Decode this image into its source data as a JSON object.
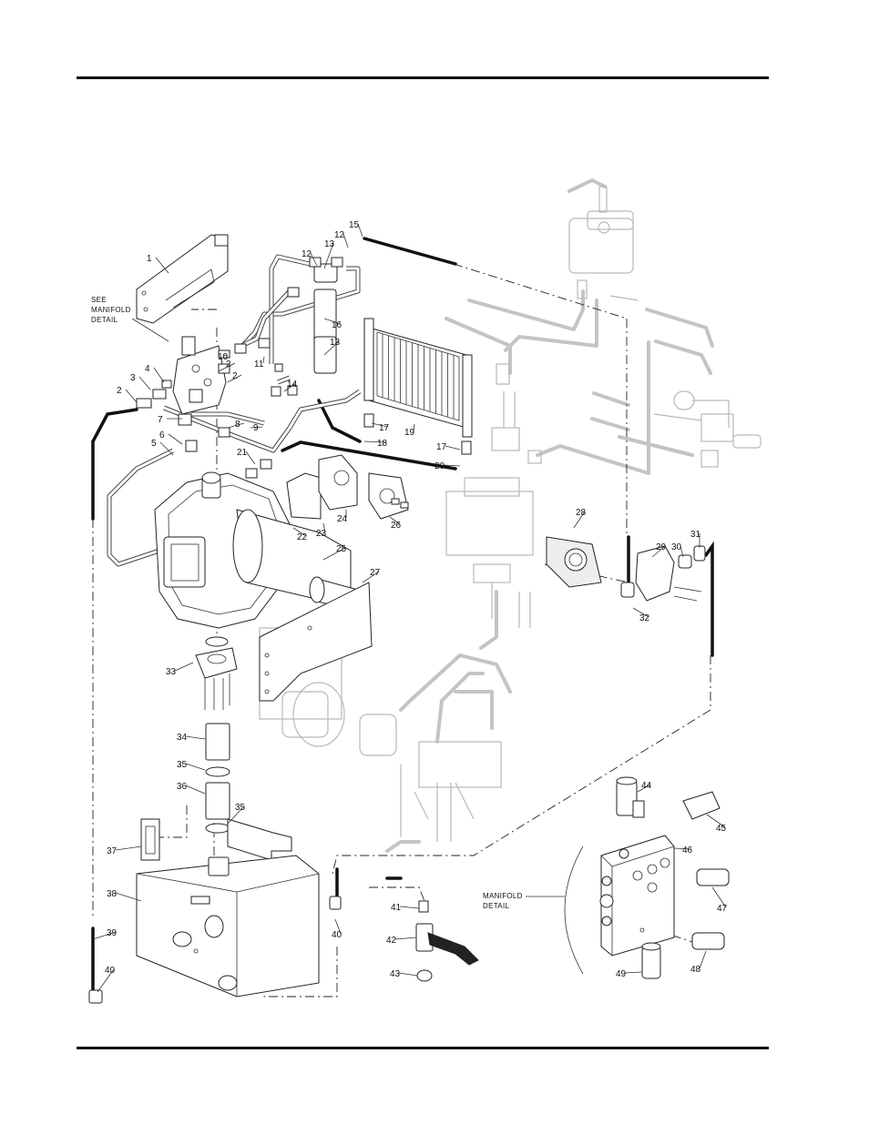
{
  "callouts": [
    {
      "label": "1"
    },
    {
      "label": "2"
    },
    {
      "label": "2"
    },
    {
      "label": "2"
    },
    {
      "label": "3"
    },
    {
      "label": "4"
    },
    {
      "label": "5"
    },
    {
      "label": "6"
    },
    {
      "label": "7"
    },
    {
      "label": "8"
    },
    {
      "label": "9"
    },
    {
      "label": "10"
    },
    {
      "label": "11"
    },
    {
      "label": "12"
    },
    {
      "label": "12"
    },
    {
      "label": "13"
    },
    {
      "label": "13"
    },
    {
      "label": "14"
    },
    {
      "label": "15"
    },
    {
      "label": "16"
    },
    {
      "label": "17"
    },
    {
      "label": "17"
    },
    {
      "label": "18"
    },
    {
      "label": "19"
    },
    {
      "label": "20"
    },
    {
      "label": "21"
    },
    {
      "label": "22"
    },
    {
      "label": "23"
    },
    {
      "label": "24"
    },
    {
      "label": "25"
    },
    {
      "label": "26"
    },
    {
      "label": "27"
    },
    {
      "label": "28"
    },
    {
      "label": "29"
    },
    {
      "label": "30"
    },
    {
      "label": "31"
    },
    {
      "label": "32"
    },
    {
      "label": "33"
    },
    {
      "label": "34"
    },
    {
      "label": "35"
    },
    {
      "label": "35"
    },
    {
      "label": "36"
    },
    {
      "label": "37"
    },
    {
      "label": "38"
    },
    {
      "label": "39"
    },
    {
      "label": "40"
    },
    {
      "label": "40"
    },
    {
      "label": "41"
    },
    {
      "label": "42"
    },
    {
      "label": "43"
    },
    {
      "label": "44"
    },
    {
      "label": "45"
    },
    {
      "label": "46"
    },
    {
      "label": "47"
    },
    {
      "label": "48"
    },
    {
      "label": "49"
    }
  ],
  "notes": {
    "see_manifold_detail": [
      "SEE",
      "MANIFOLD",
      "DETAIL"
    ],
    "manifold_detail": [
      "MANIFOLD",
      "DETAIL"
    ]
  },
  "colors": {
    "ink": "#111111",
    "ghost": "#bbbbbb"
  }
}
